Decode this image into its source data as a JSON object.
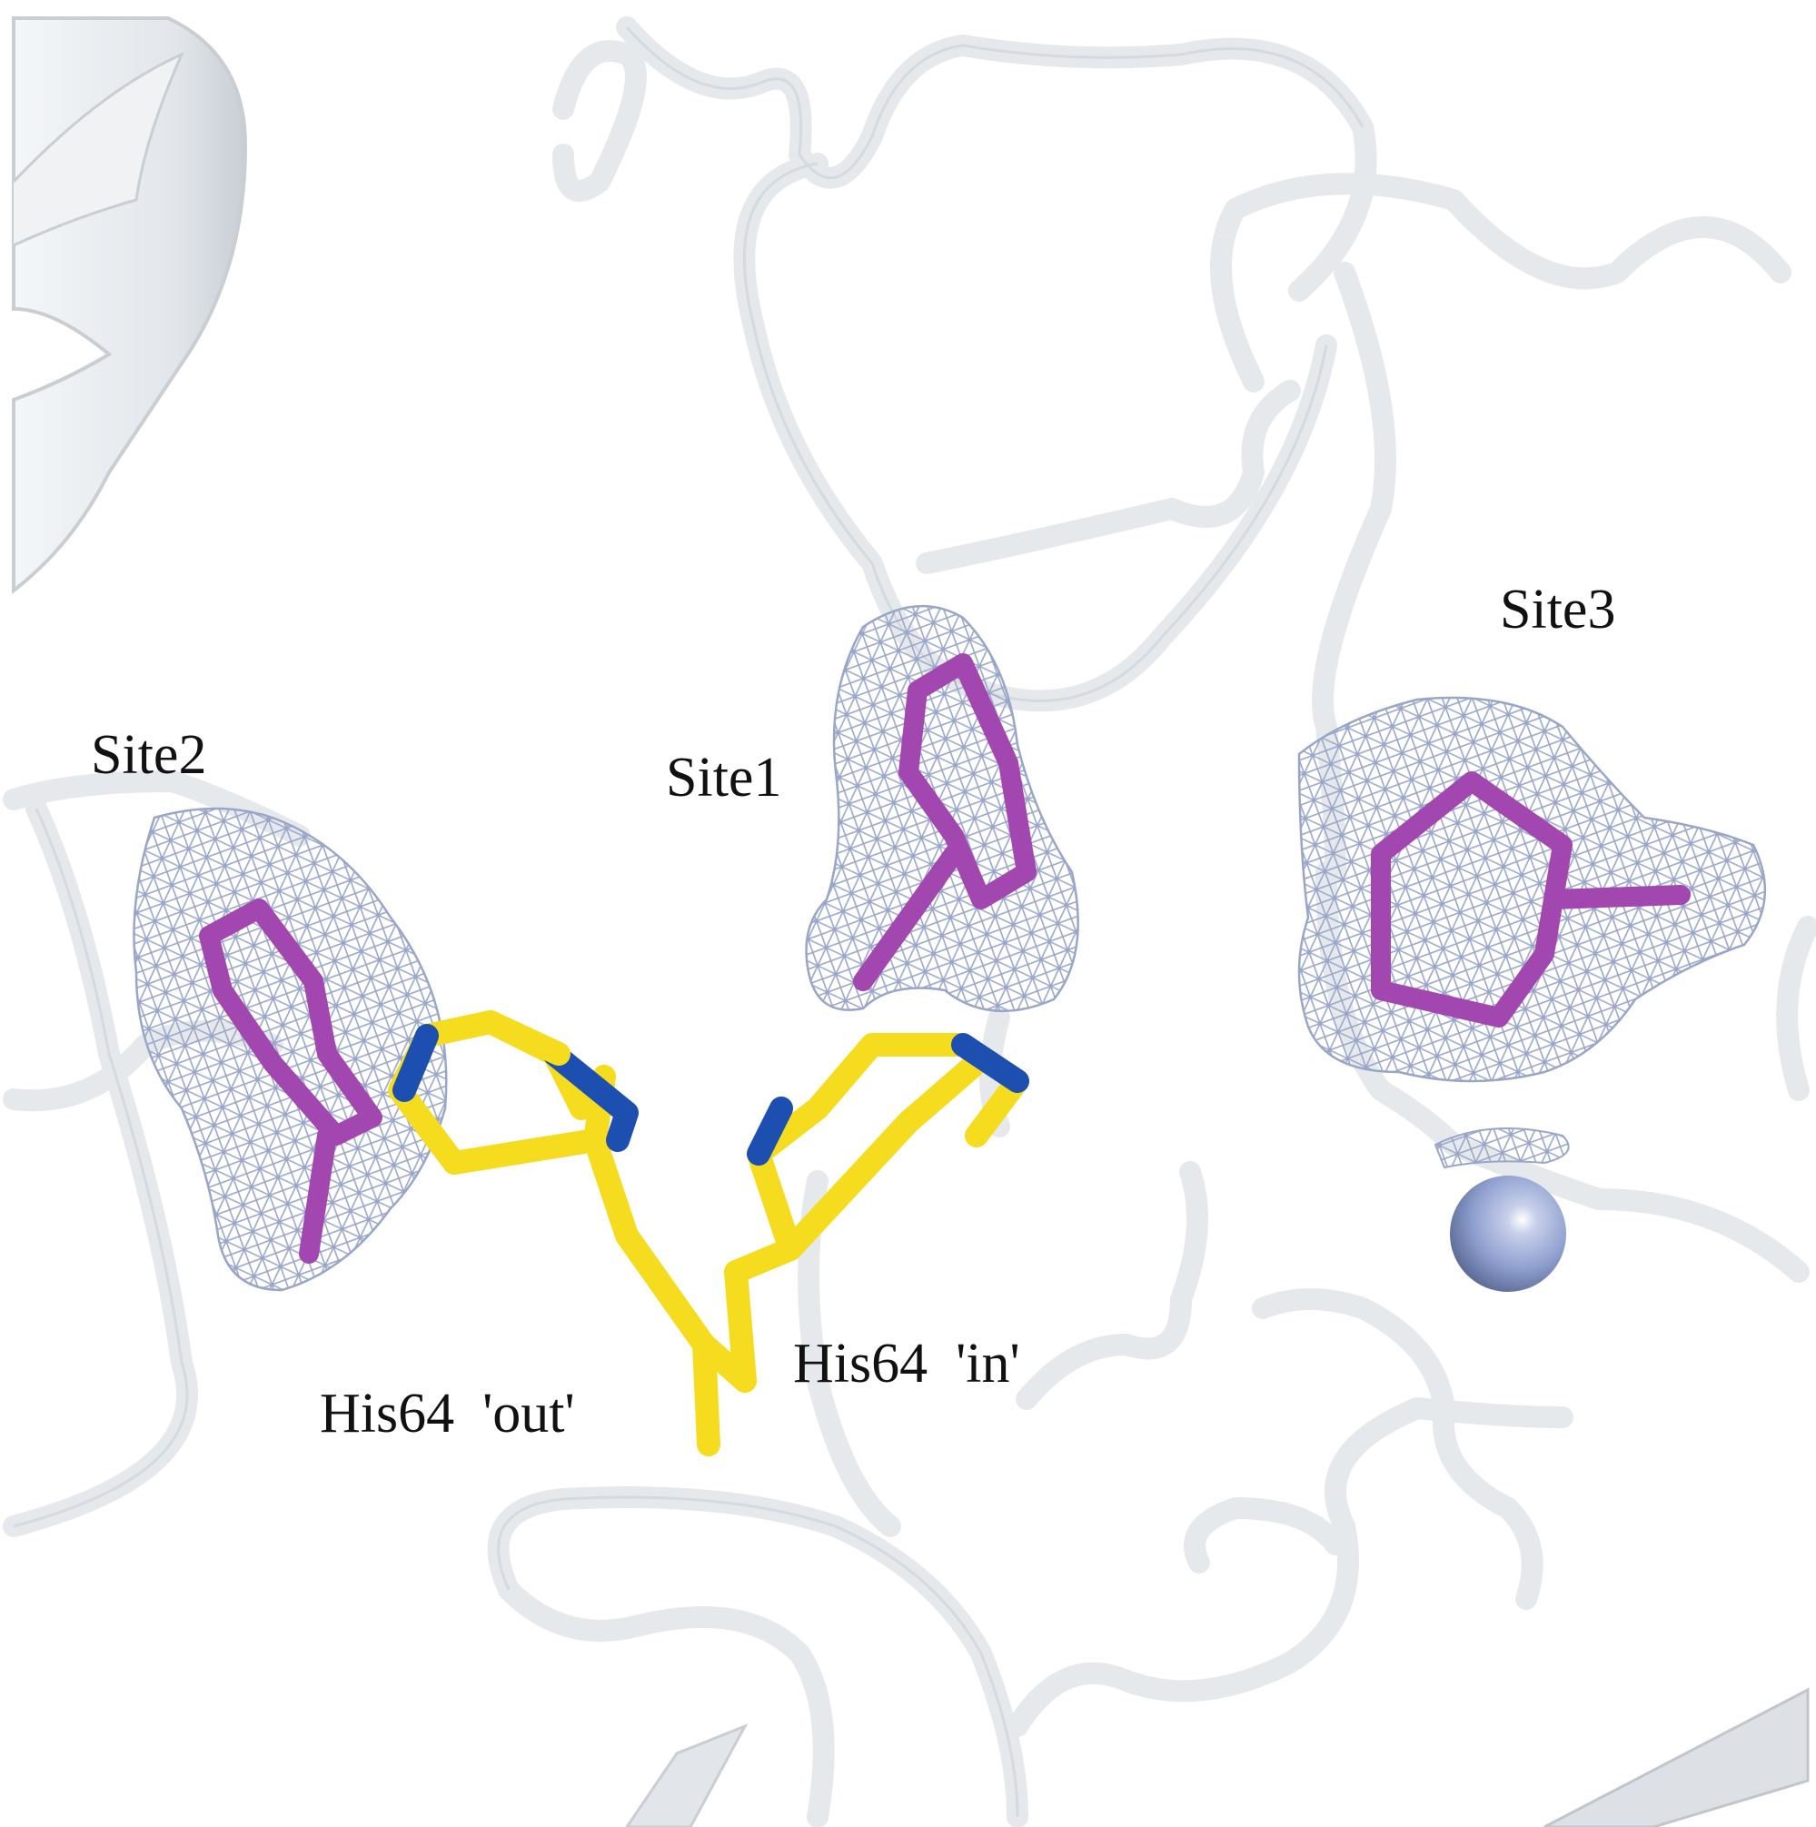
{
  "labels": {
    "site1": "Site1",
    "site2": "Site2",
    "site3": "Site3",
    "his64_out": "His64  'out'",
    "his64_in": "His64  'in'"
  },
  "colors": {
    "backbone": "#e6e9ec",
    "backbone_edge": "#c9ced3",
    "ligand": "#a347b0",
    "histidine_carbon": "#f5dc1e",
    "histidine_nitrogen": "#1c4fb0",
    "density_mesh": "#9aa6c8",
    "metal_ion": "#8f9fcf"
  },
  "icons": {
    "metal": "sphere-icon"
  }
}
